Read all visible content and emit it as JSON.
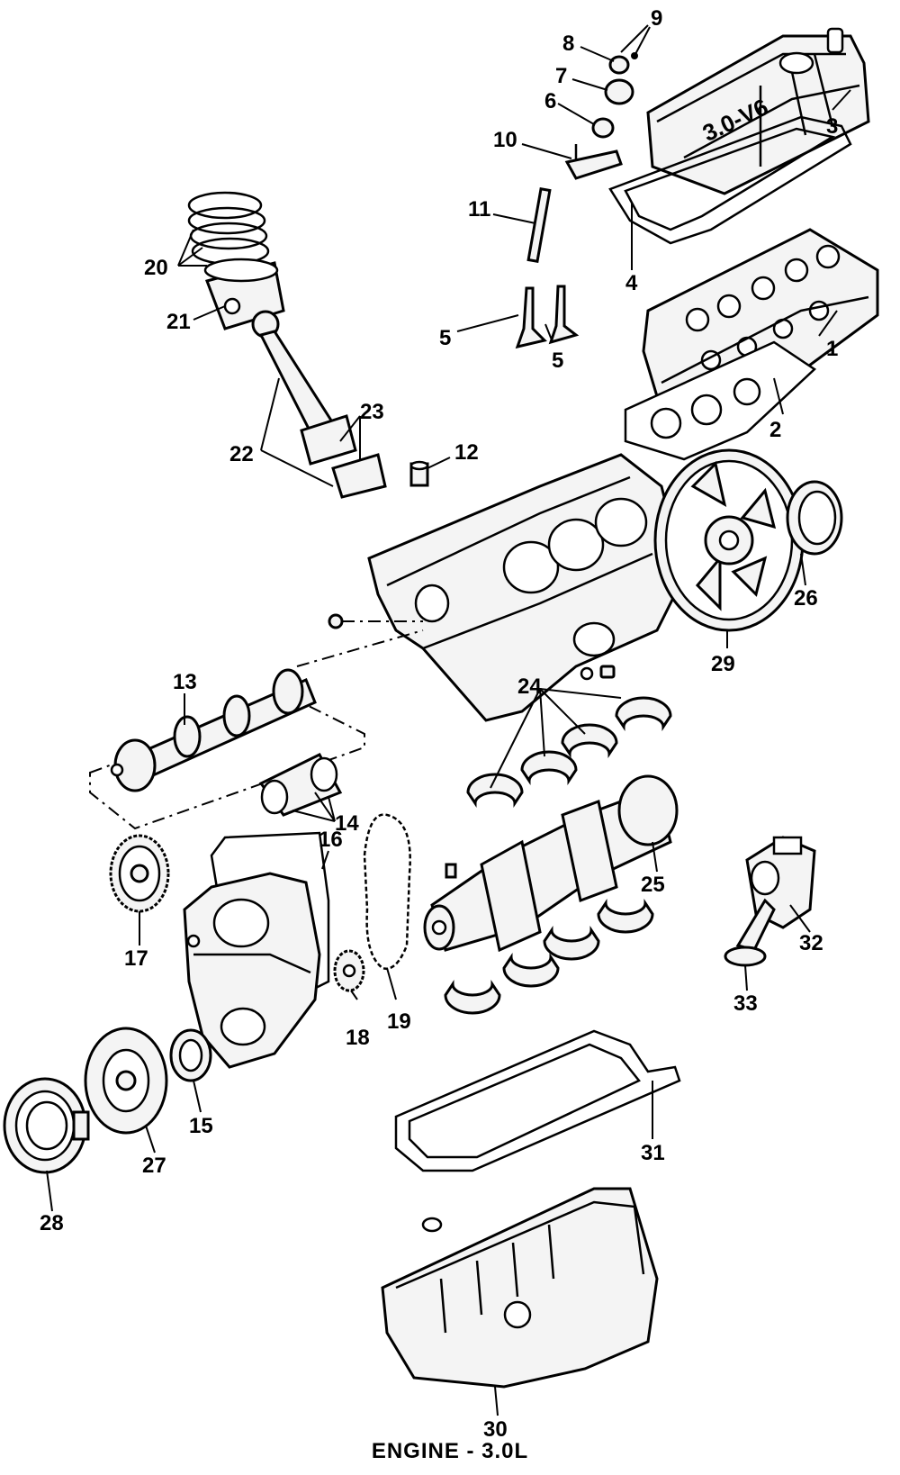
{
  "title": "ENGINE - 3.0L",
  "cover_emboss": "3.0-V6",
  "parts": [
    {
      "id": "label-1",
      "text": "1"
    },
    {
      "id": "label-2",
      "text": "2"
    },
    {
      "id": "label-3",
      "text": "3"
    },
    {
      "id": "label-4",
      "text": "4"
    },
    {
      "id": "label-5a",
      "text": "5"
    },
    {
      "id": "label-5b",
      "text": "5"
    },
    {
      "id": "label-6",
      "text": "6"
    },
    {
      "id": "label-7",
      "text": "7"
    },
    {
      "id": "label-8",
      "text": "8"
    },
    {
      "id": "label-9",
      "text": "9"
    },
    {
      "id": "label-10",
      "text": "10"
    },
    {
      "id": "label-11",
      "text": "11"
    },
    {
      "id": "label-12",
      "text": "12"
    },
    {
      "id": "label-13",
      "text": "13"
    },
    {
      "id": "label-14",
      "text": "14"
    },
    {
      "id": "label-15",
      "text": "15"
    },
    {
      "id": "label-16",
      "text": "16"
    },
    {
      "id": "label-17",
      "text": "17"
    },
    {
      "id": "label-18",
      "text": "18"
    },
    {
      "id": "label-19",
      "text": "19"
    },
    {
      "id": "label-20",
      "text": "20"
    },
    {
      "id": "label-21",
      "text": "21"
    },
    {
      "id": "label-22",
      "text": "22"
    },
    {
      "id": "label-23",
      "text": "23"
    },
    {
      "id": "label-24",
      "text": "24"
    },
    {
      "id": "label-25",
      "text": "25"
    },
    {
      "id": "label-26",
      "text": "26"
    },
    {
      "id": "label-27",
      "text": "27"
    },
    {
      "id": "label-28",
      "text": "28"
    },
    {
      "id": "label-29",
      "text": "29"
    },
    {
      "id": "label-30",
      "text": "30"
    },
    {
      "id": "label-31",
      "text": "31"
    },
    {
      "id": "label-32",
      "text": "32"
    },
    {
      "id": "label-33",
      "text": "33"
    }
  ]
}
